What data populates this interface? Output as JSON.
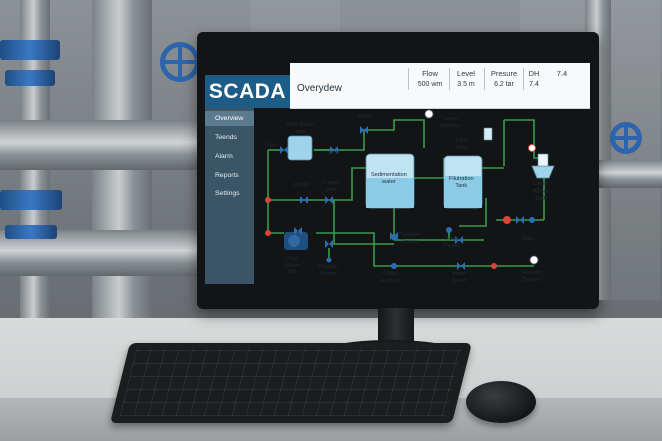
{
  "app": {
    "logo": "SCADA",
    "page_title": "Overydew"
  },
  "metrics": [
    {
      "label": "Flow",
      "value": "500 wm"
    },
    {
      "label": "Level",
      "value": "3.5 m"
    },
    {
      "label": "Presure",
      "value": "6.2 tar"
    },
    {
      "label": "DH",
      "value": "7.4"
    },
    {
      "label": "7.4",
      "value": ""
    }
  ],
  "sidebar": {
    "items": [
      {
        "label": "Overview",
        "active": true
      },
      {
        "label": "Teends"
      },
      {
        "label": "Alarm"
      },
      {
        "label": "Reports"
      },
      {
        "label": "Settings"
      }
    ]
  },
  "diagram": {
    "raw_water_tank": "Row Water\ntank",
    "flow": "Flow",
    "pump_top": "Pump",
    "main": "main",
    "turner_powder": "Turner\npowder",
    "filter_tank": "Filter\ntank",
    "sedimentation_tank": "Sedimentation\nwater",
    "filtration_tank": "Filutration\nTank",
    "pump_left": "Pump",
    "pumps_tank": "Pumps\ntank",
    "clear_water_tank_right": "Clear\nWirter\nTark",
    "pressure_pump": "Pressure\nPowks",
    "pump_power": "Pump\nPower",
    "aaim": "Aaim",
    "clear_water_tank_left": "Clar\nWater\nTalk",
    "pressure_sensor": "Presure\nSensor",
    "oldier_analyser": "Oldier\nAnalyser",
    "alaim_sensor": "Alaim\nSaser",
    "remote_sensor": "Remote\nSensor"
  },
  "colors": {
    "accent": "#1c5c86",
    "sidebar": "#3a5566",
    "pipe": "#3b9a4f",
    "tank": "#9fd3ea",
    "valve": "#2a6fb5",
    "alarm": "#d9453a"
  }
}
